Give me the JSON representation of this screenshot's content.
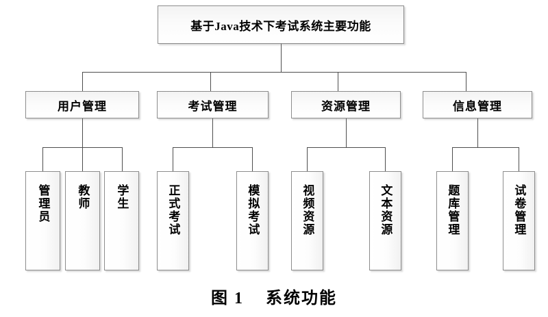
{
  "figure": {
    "caption_label": "图",
    "caption_number": "1",
    "caption_title": "系统功能"
  },
  "colors": {
    "box_border": "#8c8c8c",
    "connector": "#4d4d4d",
    "background": "#ffffff",
    "text": "#000000"
  },
  "chart_data": {
    "type": "diagram",
    "diagram_kind": "org-chart / function tree",
    "title": "基于Java技术下考试系统主要功能",
    "caption": "图 1　系统功能",
    "levels": 3,
    "orientation": "top-down",
    "nodes": [
      {
        "id": "root",
        "label": "基于Java技术下考试系统主要功能",
        "level": 0,
        "parent": null
      },
      {
        "id": "user",
        "label": "用户管理",
        "level": 1,
        "parent": "root"
      },
      {
        "id": "exam",
        "label": "考试管理",
        "level": 1,
        "parent": "root"
      },
      {
        "id": "resource",
        "label": "资源管理",
        "level": 1,
        "parent": "root"
      },
      {
        "id": "info",
        "label": "信息管理",
        "level": 1,
        "parent": "root"
      },
      {
        "id": "admin",
        "label": "管理员",
        "level": 2,
        "parent": "user"
      },
      {
        "id": "teacher",
        "label": "教师",
        "level": 2,
        "parent": "user"
      },
      {
        "id": "student",
        "label": "学生",
        "level": 2,
        "parent": "user"
      },
      {
        "id": "formal-exam",
        "label": "正式考试",
        "level": 2,
        "parent": "exam"
      },
      {
        "id": "mock-exam",
        "label": "模拟考试",
        "level": 2,
        "parent": "exam"
      },
      {
        "id": "video-res",
        "label": "视频资源",
        "level": 2,
        "parent": "resource"
      },
      {
        "id": "text-res",
        "label": "文本资源",
        "level": 2,
        "parent": "resource"
      },
      {
        "id": "qbank",
        "label": "题库管理",
        "level": 2,
        "parent": "info"
      },
      {
        "id": "paper",
        "label": "试卷管理",
        "level": 2,
        "parent": "info"
      }
    ]
  },
  "root": {
    "label": "基于Java技术下考试系统主要功能"
  },
  "branches": [
    {
      "label": "用户管理"
    },
    {
      "label": "考试管理"
    },
    {
      "label": "资源管理"
    },
    {
      "label": "信息管理"
    }
  ],
  "leaves": [
    {
      "label": "管理员"
    },
    {
      "label": "教师"
    },
    {
      "label": "学生"
    },
    {
      "label": "正式考试"
    },
    {
      "label": "模拟考试"
    },
    {
      "label": "视频资源"
    },
    {
      "label": "文本资源"
    },
    {
      "label": "题库管理"
    },
    {
      "label": "试卷管理"
    }
  ]
}
